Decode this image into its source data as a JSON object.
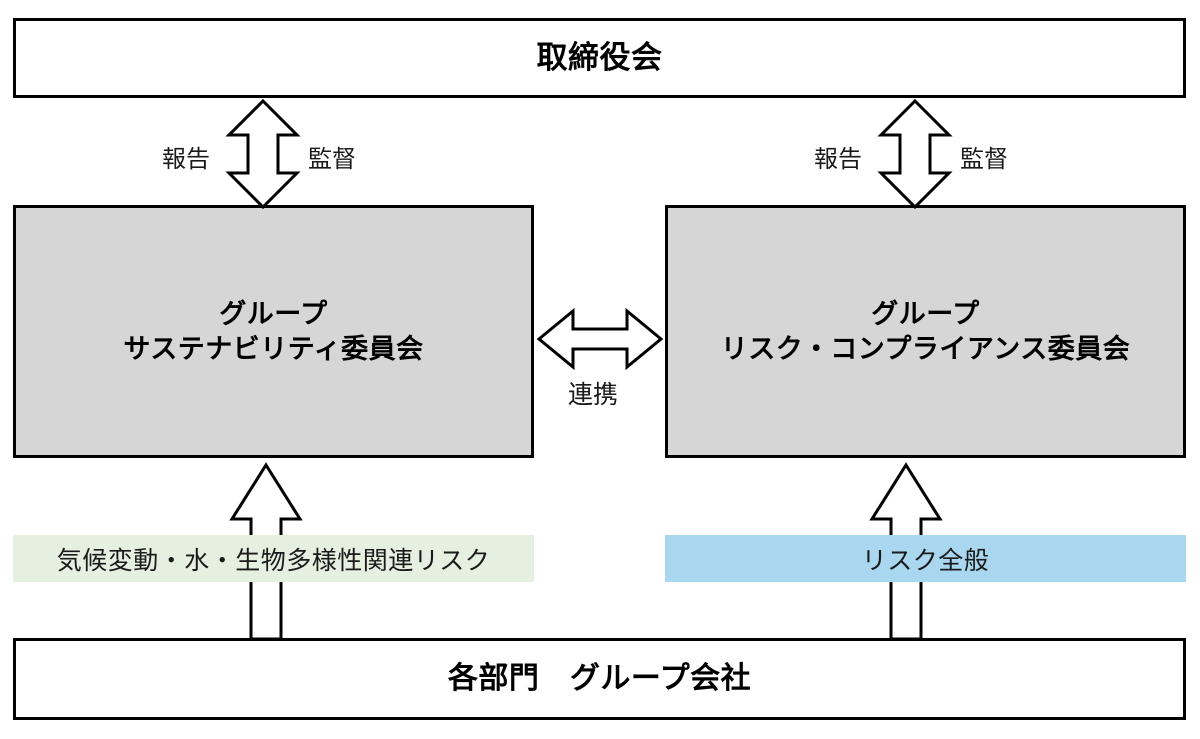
{
  "diagram": {
    "title_text": "取締役会",
    "boxes": {
      "board": {
        "label": "取締役会"
      },
      "sustainability_committee": {
        "label": "グループ\nサステナビリティ委員会"
      },
      "risk_compliance_committee": {
        "label": "グループ\nリスク・コンプライアンス委員会"
      },
      "departments": {
        "label": "各部門　グループ会社"
      }
    },
    "bands": {
      "climate_risk": {
        "label": "気候変動・水・生物多様性関連リスク",
        "color": "#e6f0e0"
      },
      "general_risk": {
        "label": "リスク全般",
        "color": "#a9d7f0"
      }
    },
    "arrow_labels": {
      "report_left": "報告",
      "supervise_left": "監督",
      "report_right": "報告",
      "supervise_right": "監督",
      "link": "連携"
    },
    "icons": {
      "double_vertical_arrow": "double-headed-vertical-arrow-icon",
      "up_arrow": "up-arrow-icon",
      "double_horizontal_arrow": "double-headed-horizontal-arrow-icon"
    },
    "colors": {
      "box_fill_committee": "#d6d6d6",
      "box_fill_plain": "#ffffff",
      "outline": "#000000",
      "climate_band": "#e6f0e0",
      "general_band": "#a9d7f0"
    }
  }
}
